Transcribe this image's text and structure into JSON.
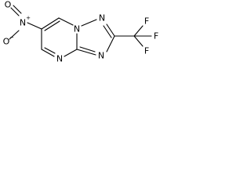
{
  "molecule": {
    "atoms": {
      "nitro_o_top": "O",
      "nitro_n": "N",
      "nitro_n_charge": "+",
      "nitro_o_bottom": "O",
      "nitro_o_charge": "−",
      "ring_n_bridge": "N",
      "ring_n_five": "N",
      "ring_n_bottom_left": "N",
      "ring_n_bottom_right": "N",
      "f_top": "F",
      "f_right": "F",
      "f_bottom": "F"
    }
  },
  "colors": {
    "bond": "#000000",
    "text": "#000000",
    "background": "#ffffff"
  }
}
